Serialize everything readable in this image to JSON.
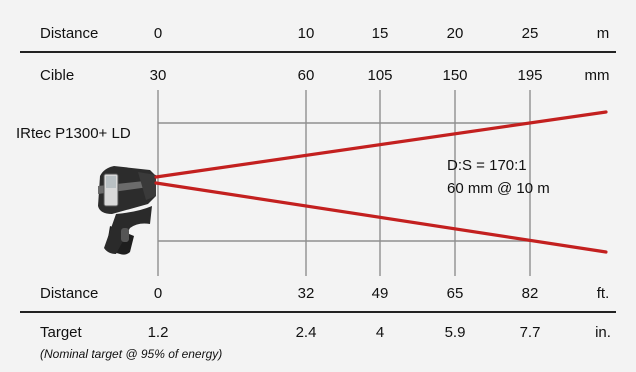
{
  "top_scale": {
    "distance_label": "Distance",
    "distance_values": [
      "0",
      "10",
      "15",
      "20",
      "25"
    ],
    "distance_unit": "m",
    "target_label": "Cible",
    "target_values": [
      "30",
      "60",
      "105",
      "150",
      "195"
    ],
    "target_unit": "mm"
  },
  "device": {
    "name": "IRtec P1300+ LD"
  },
  "spec": {
    "ratio_text": "D:S = 170:1",
    "spot_text": "60 mm @ 10 m"
  },
  "bottom_scale": {
    "distance_label": "Distance",
    "distance_values": [
      "0",
      "32",
      "49",
      "65",
      "82"
    ],
    "distance_unit": "ft.",
    "target_label": "Target",
    "target_values": [
      "1.2",
      "2.4",
      "4",
      "5.9",
      "7.7"
    ],
    "target_unit": "in."
  },
  "footnote": "(Nominal target @ 95% of energy)",
  "colors": {
    "beam": "#c3201f",
    "grid": "#8f8f8f",
    "background": "#f3f3f3"
  }
}
